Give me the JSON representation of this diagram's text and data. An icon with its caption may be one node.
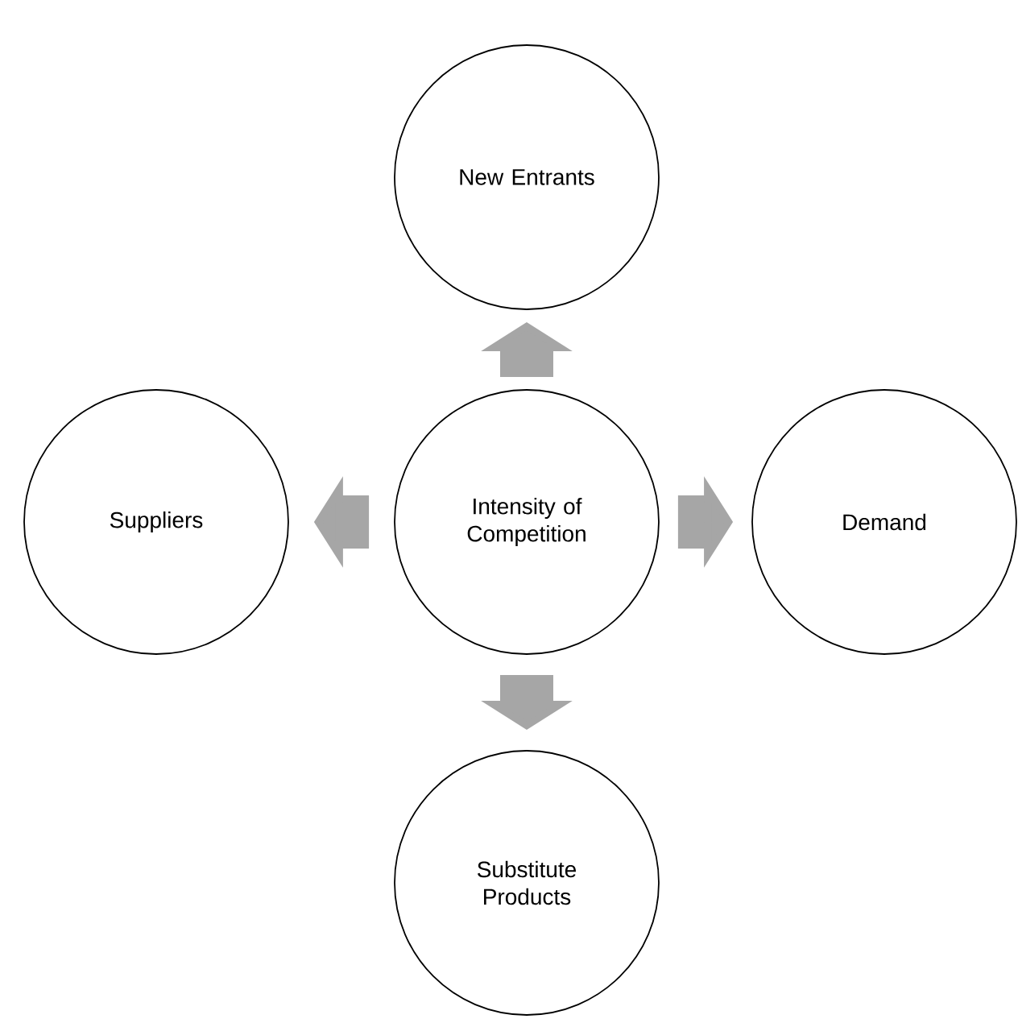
{
  "diagram": {
    "nodes": [
      {
        "text": [
          "New Entrants"
        ]
      },
      {
        "text": [
          "Suppliers"
        ]
      },
      {
        "text": [
          "Intensity of Competition"
        ]
      },
      {
        "text": [
          "Demand"
        ]
      },
      {
        "text": [
          "Substitute Products"
        ]
      }
    ],
    "edges": [
      {
        "from": 2,
        "to": 0,
        "arrow": "to"
      },
      {
        "from": 2,
        "to": 1,
        "arrow": "to"
      },
      {
        "from": 2,
        "to": 3,
        "arrow": "to"
      },
      {
        "from": 2,
        "to": 4,
        "arrow": "to"
      }
    ]
  }
}
